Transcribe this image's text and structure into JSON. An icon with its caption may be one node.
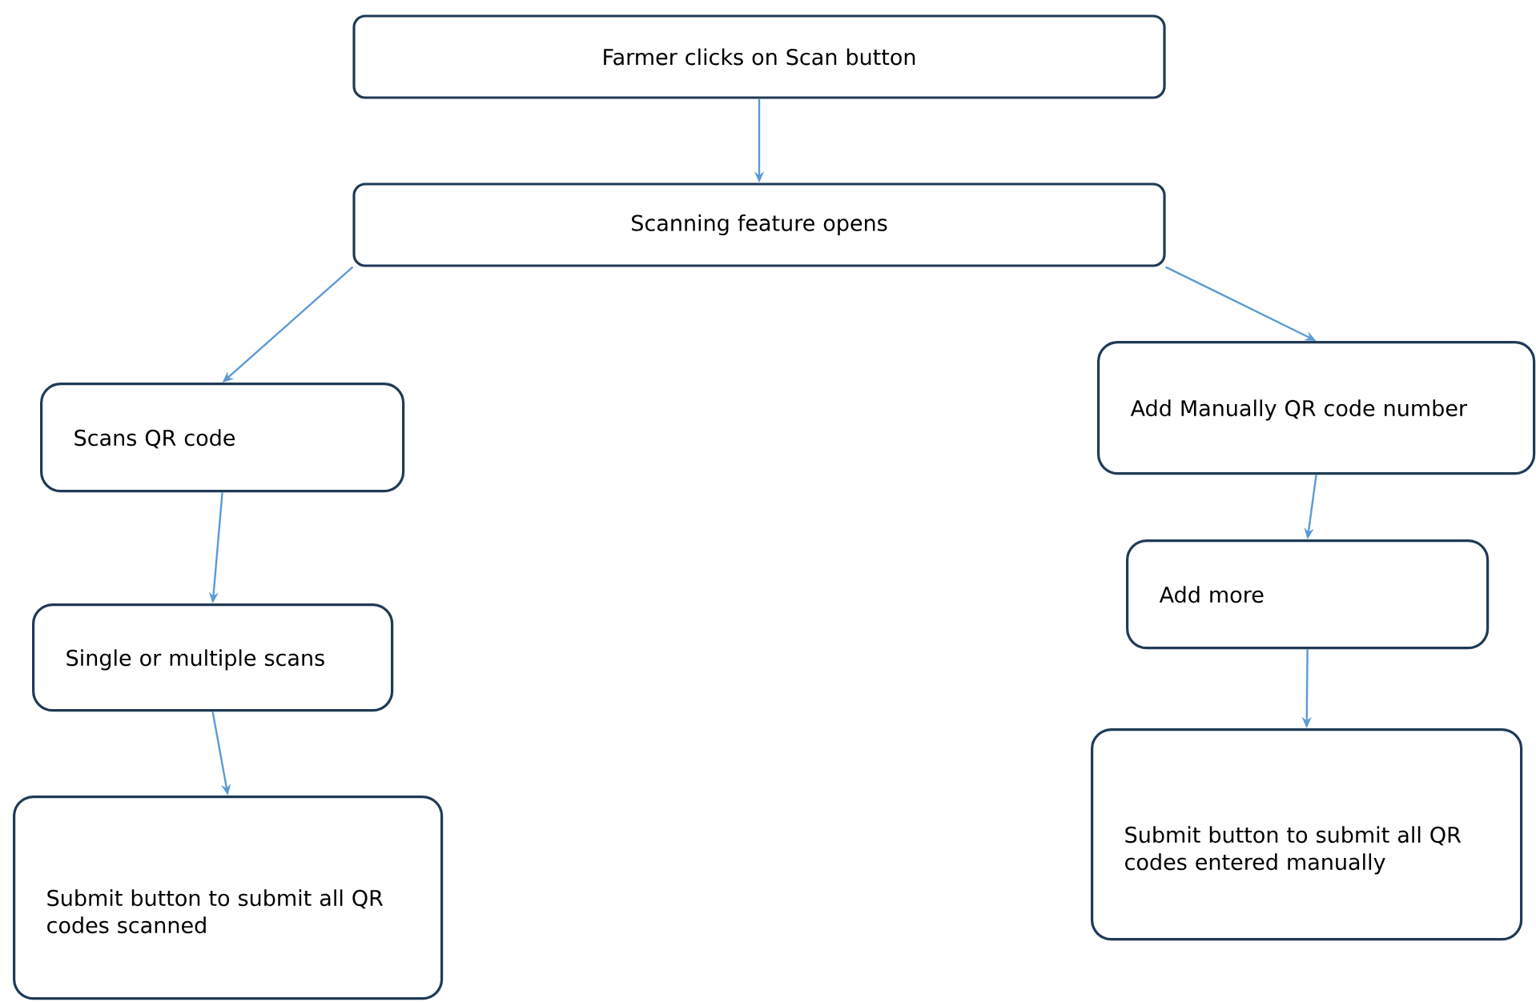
{
  "diagram": {
    "nodes": [
      {
        "text": [
          "Farmer clicks on Scan button"
        ]
      },
      {
        "text": [
          "Scanning feature opens"
        ]
      },
      {
        "text": [
          "Scans QR code"
        ]
      },
      {
        "text": [
          "Single or multiple scans"
        ]
      },
      {
        "text": [
          "Submit button to submit all QR codes scanned"
        ]
      },
      {
        "text": [
          "Add Manually QR code number"
        ]
      },
      {
        "text": [
          "Add more"
        ]
      },
      {
        "text": [
          "Submit button to submit all QR codes entered manually"
        ]
      }
    ],
    "edges": [
      {
        "from": 0,
        "to": 1,
        "arrow": "to"
      },
      {
        "from": 1,
        "to": 2,
        "arrow": "to"
      },
      {
        "from": 1,
        "to": 5,
        "arrow": "to"
      },
      {
        "from": 2,
        "to": 3,
        "arrow": "to"
      },
      {
        "from": 3,
        "to": 4,
        "arrow": "to"
      },
      {
        "from": 5,
        "to": 6,
        "arrow": "to"
      },
      {
        "from": 6,
        "to": 7,
        "arrow": "to"
      }
    ]
  }
}
